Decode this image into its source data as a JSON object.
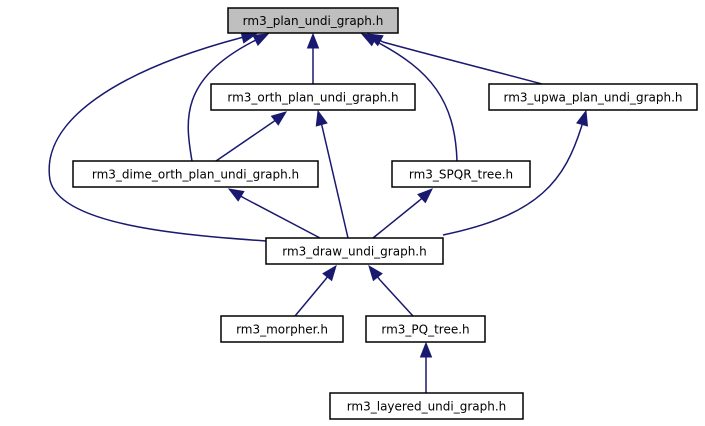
{
  "diagram": {
    "type": "include-dependency-graph",
    "colors": {
      "edge": "#191970",
      "root_fill": "#bfbfbf",
      "node_fill": "#ffffff",
      "border": "#000000"
    },
    "nodes": [
      {
        "id": "plan",
        "label": "rm3_plan_undi_graph.h",
        "root": true
      },
      {
        "id": "orth",
        "label": "rm3_orth_plan_undi_graph.h"
      },
      {
        "id": "upwa",
        "label": "rm3_upwa_plan_undi_graph.h"
      },
      {
        "id": "dime",
        "label": "rm3_dime_orth_plan_undi_graph.h"
      },
      {
        "id": "spqr",
        "label": "rm3_SPQR_tree.h"
      },
      {
        "id": "draw",
        "label": "rm3_draw_undi_graph.h"
      },
      {
        "id": "morpher",
        "label": "rm3_morpher.h"
      },
      {
        "id": "pq",
        "label": "rm3_PQ_tree.h"
      },
      {
        "id": "layered",
        "label": "rm3_layered_undi_graph.h"
      }
    ],
    "edges": [
      {
        "from": "orth",
        "to": "plan"
      },
      {
        "from": "upwa",
        "to": "plan"
      },
      {
        "from": "dime",
        "to": "plan"
      },
      {
        "from": "spqr",
        "to": "plan"
      },
      {
        "from": "draw",
        "to": "plan"
      },
      {
        "from": "dime",
        "to": "orth"
      },
      {
        "from": "draw",
        "to": "orth"
      },
      {
        "from": "draw",
        "to": "upwa"
      },
      {
        "from": "draw",
        "to": "dime"
      },
      {
        "from": "draw",
        "to": "spqr"
      },
      {
        "from": "morpher",
        "to": "draw"
      },
      {
        "from": "pq",
        "to": "draw"
      },
      {
        "from": "layered",
        "to": "pq"
      }
    ]
  }
}
